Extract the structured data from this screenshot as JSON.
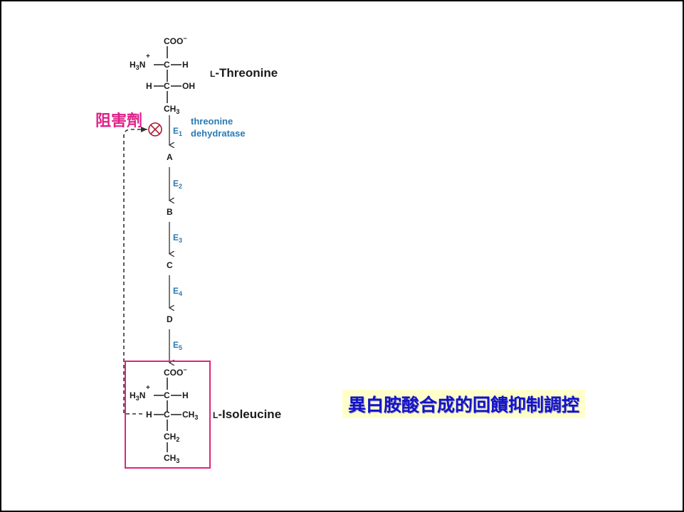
{
  "threonine": {
    "coo": "COO",
    "coo_charge": "−",
    "h3n": "H",
    "h3n_sub": "3",
    "h3n_n": "N",
    "plus": "+",
    "h_right_1": "H",
    "h_left_2": "H",
    "oh": "OH",
    "c": "C",
    "ch3": "CH",
    "ch3_sub": "3",
    "name_prefix": "L",
    "name": "-Threonine"
  },
  "enzyme1": {
    "symbol": "E",
    "sub": "1",
    "name_line1": "threonine",
    "name_line2": "dehydratase"
  },
  "intermediates": [
    "A",
    "B",
    "C",
    "D"
  ],
  "enzymes": [
    {
      "symbol": "E",
      "sub": "2"
    },
    {
      "symbol": "E",
      "sub": "3"
    },
    {
      "symbol": "E",
      "sub": "4"
    },
    {
      "symbol": "E",
      "sub": "5"
    }
  ],
  "isoleucine": {
    "coo": "COO",
    "coo_charge": "−",
    "h3n": "H",
    "h3n_sub": "3",
    "h3n_n": "N",
    "plus": "+",
    "h_right": "H",
    "h_left": "H",
    "c": "C",
    "ch3_right": "CH",
    "ch3_right_sub": "3",
    "ch2": "CH",
    "ch2_sub": "2",
    "ch3_bottom": "CH",
    "ch3_bottom_sub": "3",
    "name_prefix": "L",
    "name": "-Isoleucine"
  },
  "inhibitor_label": "阻害劑",
  "caption": "異白胺酸合成的回饋抑制調控",
  "colors": {
    "enzyme_blue": "#2a7ab5",
    "inhibitor_pink": "#e0208a",
    "box_pink": "#e0247a",
    "inhibit_symbol": "#b0182f",
    "caption_text": "#1313c8",
    "caption_bg": "#ffffcc"
  }
}
